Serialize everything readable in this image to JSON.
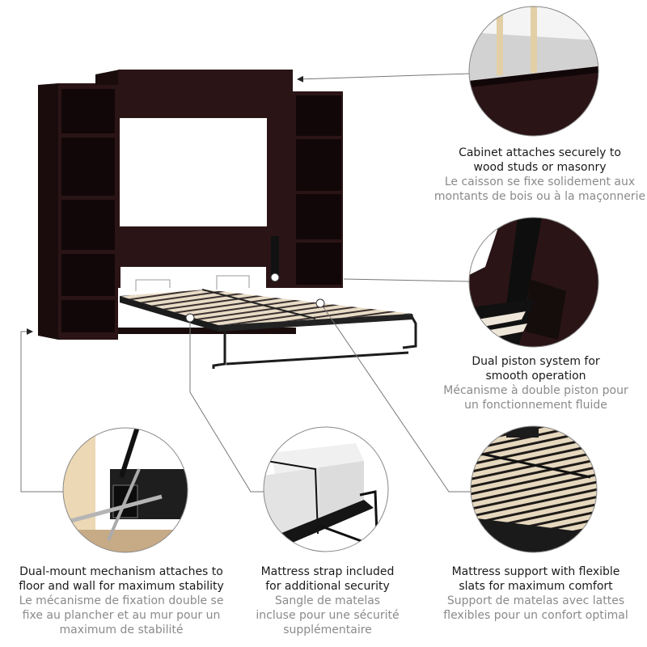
{
  "colors": {
    "cabinet": "#2a1416",
    "cabinet_dark": "#1a0c0d",
    "frame": "#1c1c1c",
    "slat": "#e8dcc6",
    "english_text": "#1a1a1a",
    "french_text": "#8a8a8a",
    "connector": "#777777"
  },
  "product": {
    "name": "Murphy bed with storage towers",
    "illustration": "main-murphy-bed-illustration"
  },
  "features": [
    {
      "id": "cabinet-attach",
      "detail_image": "wood-studs-closeup",
      "en": [
        "Cabinet attaches securely to",
        "wood studs or masonry"
      ],
      "fr": [
        "Le caisson se fixe solidement aux",
        "montants de bois ou à la maçonnerie"
      ]
    },
    {
      "id": "dual-piston",
      "detail_image": "piston-closeup",
      "en": [
        "Dual piston system for",
        "smooth operation"
      ],
      "fr": [
        "Mécanisme à double piston pour",
        "un fonctionnement fluide"
      ]
    },
    {
      "id": "dual-mount",
      "detail_image": "mount-bracket-closeup",
      "en": [
        "Dual-mount mechanism attaches to",
        "floor and wall for maximum stability"
      ],
      "fr": [
        "Le mécanisme de fixation double se",
        "fixe au plancher et au mur pour un",
        "maximum de stabilité"
      ]
    },
    {
      "id": "mattress-strap",
      "detail_image": "mattress-strap-closeup",
      "en": [
        "Mattress strap included",
        "for additional security"
      ],
      "fr": [
        "Sangle de matelas",
        "incluse pour une sécurité",
        "supplémentaire"
      ]
    },
    {
      "id": "flexible-slats",
      "detail_image": "slats-closeup",
      "en": [
        "Mattress support with flexible",
        "slats for maximum comfort"
      ],
      "fr": [
        "Support de matelas avec lattes",
        "flexibles pour un confort optimal"
      ]
    }
  ]
}
